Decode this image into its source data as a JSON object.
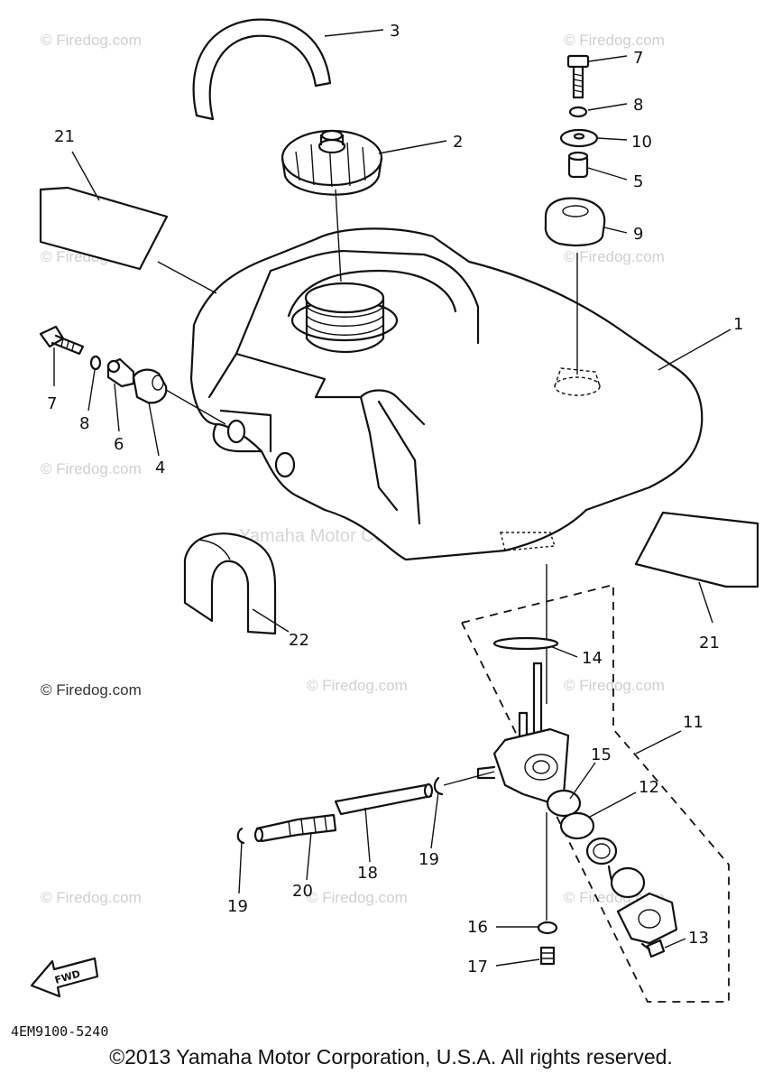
{
  "callouts": [
    {
      "id": "c3",
      "text": "3"
    },
    {
      "id": "c2",
      "text": "2"
    },
    {
      "id": "c7a",
      "text": "7"
    },
    {
      "id": "c8a",
      "text": "8"
    },
    {
      "id": "c10",
      "text": "10"
    },
    {
      "id": "c5",
      "text": "5"
    },
    {
      "id": "c9",
      "text": "9"
    },
    {
      "id": "c1",
      "text": "1"
    },
    {
      "id": "c21a",
      "text": "21"
    },
    {
      "id": "c7b",
      "text": "7"
    },
    {
      "id": "c8b",
      "text": "8"
    },
    {
      "id": "c6",
      "text": "6"
    },
    {
      "id": "c4",
      "text": "4"
    },
    {
      "id": "c22",
      "text": "22"
    },
    {
      "id": "c21b",
      "text": "21"
    },
    {
      "id": "c14",
      "text": "14"
    },
    {
      "id": "c11",
      "text": "11"
    },
    {
      "id": "c15",
      "text": "15"
    },
    {
      "id": "c12",
      "text": "12"
    },
    {
      "id": "c19a",
      "text": "19"
    },
    {
      "id": "c18",
      "text": "18"
    },
    {
      "id": "c20",
      "text": "20"
    },
    {
      "id": "c19b",
      "text": "19"
    },
    {
      "id": "c16",
      "text": "16"
    },
    {
      "id": "c13",
      "text": "13"
    },
    {
      "id": "c17",
      "text": "17"
    }
  ],
  "watermark": {
    "text": "© Firedog.com",
    "center_text": "Yamaha Motor Corp., U.S.A."
  },
  "fwd_label": "FWD",
  "diagram_code": "4EM9100-5240",
  "footer": "©2013 Yamaha Motor Corporation, U.S.A. All rights reserved."
}
